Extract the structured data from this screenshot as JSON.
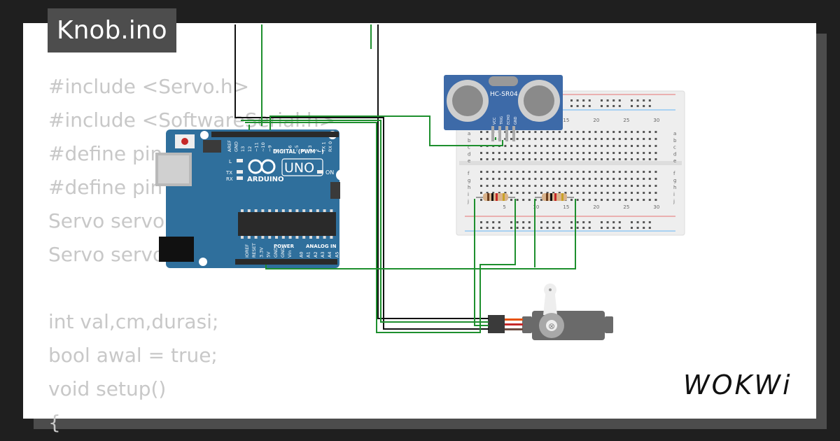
{
  "file_tab": {
    "title": "Knob.ino"
  },
  "code_lines": [
    "#include <Servo.h>",
    "#include <SoftwareSerial.h>",
    "#define pin",
    "#define pin",
    "Servo servo",
    "Servo servo",
    "",
    "int val,cm,durasi;",
    "bool awal = true;",
    "void setup()",
    "{"
  ],
  "arduino": {
    "brand": "ARDUINO",
    "model": "UNO",
    "digital_label": "DIGITAL (PWM ~)",
    "power_label": "POWER",
    "analog_label": "ANALOG IN",
    "on_label": "ON",
    "l_label": "L",
    "tx_label": "TX",
    "rx_label": "RX",
    "top_pins": [
      "AREF",
      "GND",
      "13",
      "12",
      "~11",
      "~10",
      "~9",
      "8",
      "7",
      "~6",
      "~5",
      "4",
      "~3",
      "2",
      "TX 1",
      "RX 0"
    ],
    "bottom_pins": [
      "IOREF",
      "RESET",
      "3.3V",
      "5V",
      "GND",
      "GND",
      "Vin",
      "A0",
      "A1",
      "A2",
      "A3",
      "A4",
      "A5"
    ]
  },
  "sensor": {
    "model": "HC-SR04",
    "pins": [
      "VCC",
      "TRIG",
      "ECHO",
      "GND"
    ]
  },
  "breadboard": {
    "col_numbers": [
      "5",
      "10",
      "15",
      "20",
      "25",
      "30"
    ],
    "row_letters_top": [
      "a",
      "b",
      "c",
      "d",
      "e"
    ],
    "row_letters_bottom": [
      "f",
      "g",
      "h",
      "i",
      "j"
    ]
  },
  "branding": {
    "logo": "WOKWi"
  },
  "colors": {
    "board_blue": "#2f6f9c",
    "wire_green": "#1e8f2e",
    "wire_black": "#111111",
    "code_gray": "#c8c8c8",
    "tab_bg": "#4d4d4d"
  }
}
